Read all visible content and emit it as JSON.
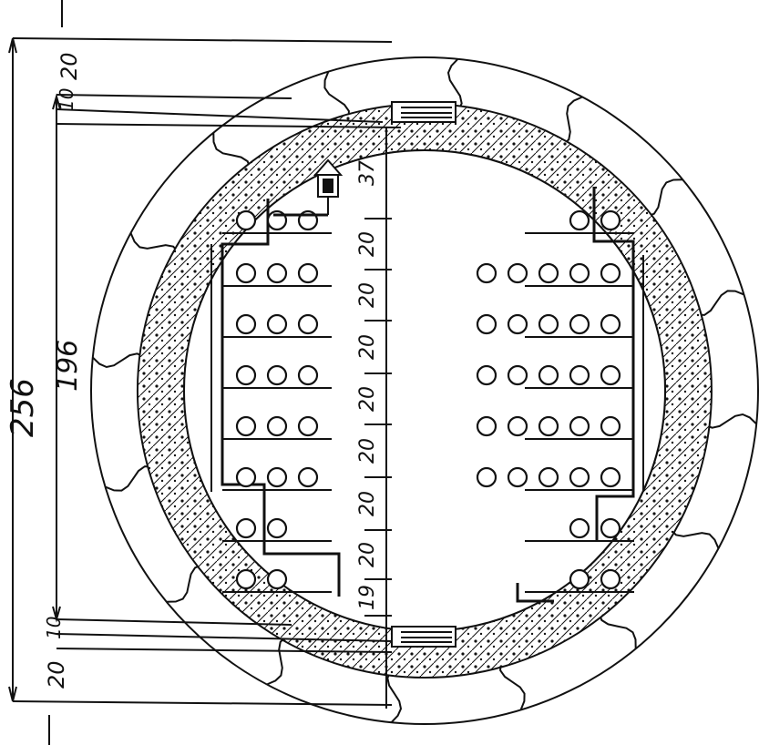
{
  "dimensions": {
    "overall": "256",
    "inner": "196",
    "top_segment": "20",
    "top_gap": "10",
    "bottom_gap": "10",
    "bottom_segment": "20",
    "vertical_stack": [
      "37",
      "20",
      "20",
      "20",
      "20",
      "20",
      "20",
      "20",
      "19"
    ]
  },
  "left_shelves": [
    3,
    3,
    3,
    3,
    3,
    3,
    2,
    2
  ],
  "right_shelves": [
    2,
    5,
    5,
    5,
    5,
    5,
    2,
    2
  ],
  "colors": {
    "ink": "#111111",
    "paper": "#ffffff"
  }
}
